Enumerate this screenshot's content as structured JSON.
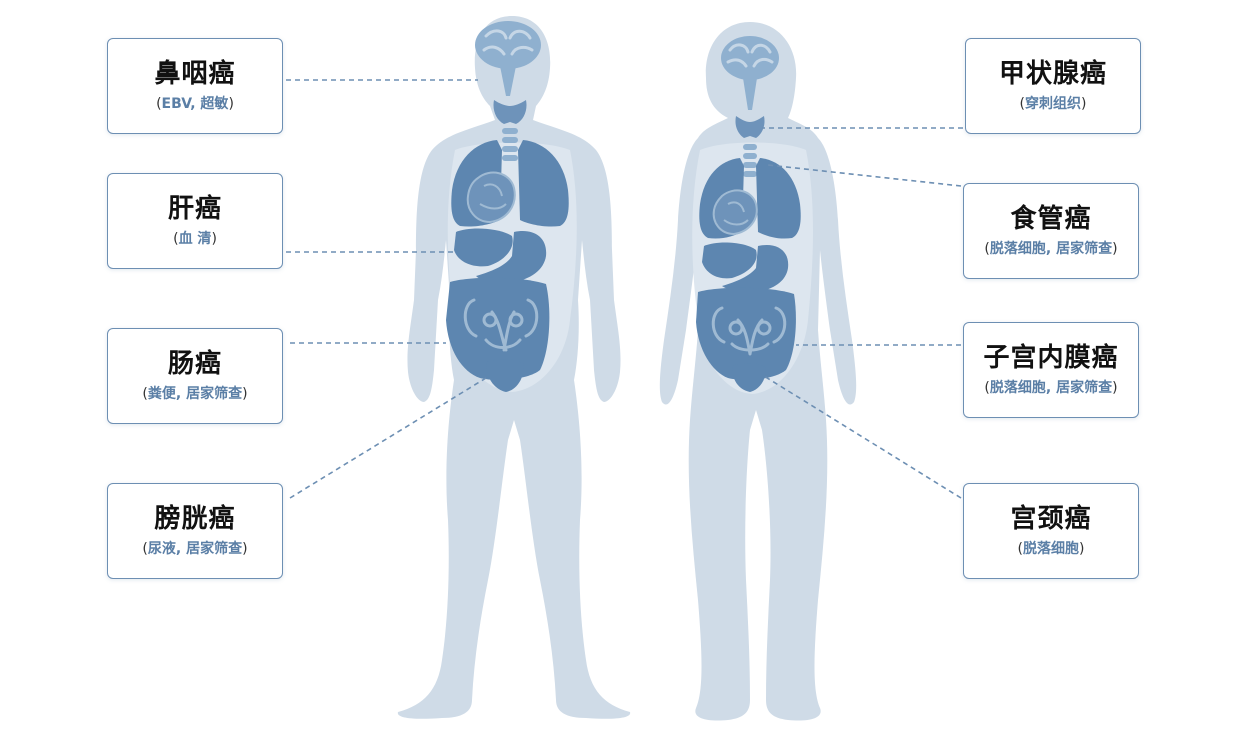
{
  "colors": {
    "body_silhouette": "#cfdbe7",
    "body_inner": "#dde6ef",
    "organ": "#5d86b0",
    "organ_detail": "#9fbad3",
    "connector": "#6d8fb3",
    "card_border": "#6d8fb3",
    "note_text": "#5b7fa6"
  },
  "labels": [
    {
      "title": "鼻咽癌",
      "note": "EBV, 超敏"
    },
    {
      "title": "肝癌",
      "note": "血 清"
    },
    {
      "title": "肠癌",
      "note": "粪便, 居家筛查"
    },
    {
      "title": "膀胱癌",
      "note": "尿液, 居家筛查"
    },
    {
      "title": "甲状腺癌",
      "note": "穿刺组织"
    },
    {
      "title": "食管癌",
      "note": "脱落细胞, 居家筛查"
    },
    {
      "title": "子宫内膜癌",
      "note": "脱落细胞, 居家筛查"
    },
    {
      "title": "宫颈癌",
      "note": "脱落细胞"
    }
  ]
}
